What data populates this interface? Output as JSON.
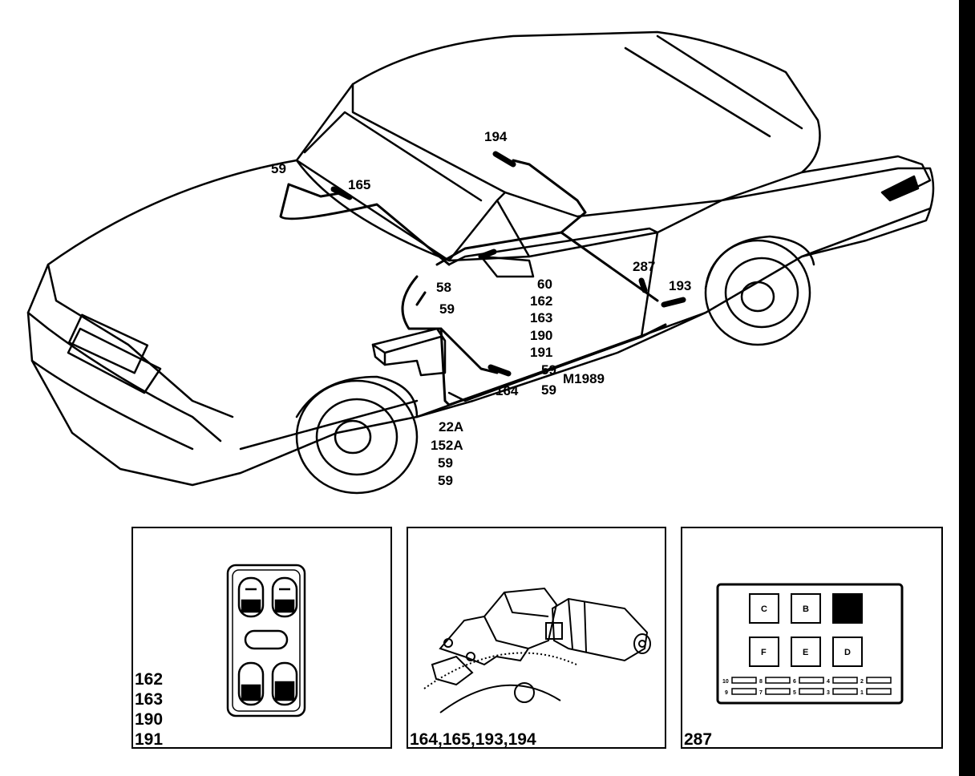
{
  "figure_id": "M1989",
  "callouts": {
    "c59_hood": "59",
    "c165": "165",
    "c194": "194",
    "c58": "58",
    "c59_door": "59",
    "c60": "60",
    "c162": "162",
    "c163": "163",
    "c190": "190",
    "c191": "191",
    "c59_a": "59",
    "c59_b": "59",
    "c164": "164",
    "c287": "287",
    "c193": "193",
    "c22A": "22A",
    "c152A": "152A",
    "c59_c": "59",
    "c59_d": "59"
  },
  "panels": [
    {
      "caption_lines": [
        "162",
        "163",
        "190",
        "191"
      ],
      "subject": "window-switch-panel"
    },
    {
      "caption": "164,165,193,194",
      "subject": "window-motor"
    },
    {
      "caption": "287",
      "subject": "relay-fuse-box"
    }
  ],
  "relay_box": {
    "slots_top": [
      "C",
      "B",
      ""
    ],
    "slots_bottom": [
      "F",
      "E",
      "D"
    ],
    "fuse_row1": [
      "10",
      "8",
      "6",
      "4",
      "2"
    ],
    "fuse_row2": [
      "9",
      "7",
      "5",
      "3",
      "1"
    ]
  }
}
